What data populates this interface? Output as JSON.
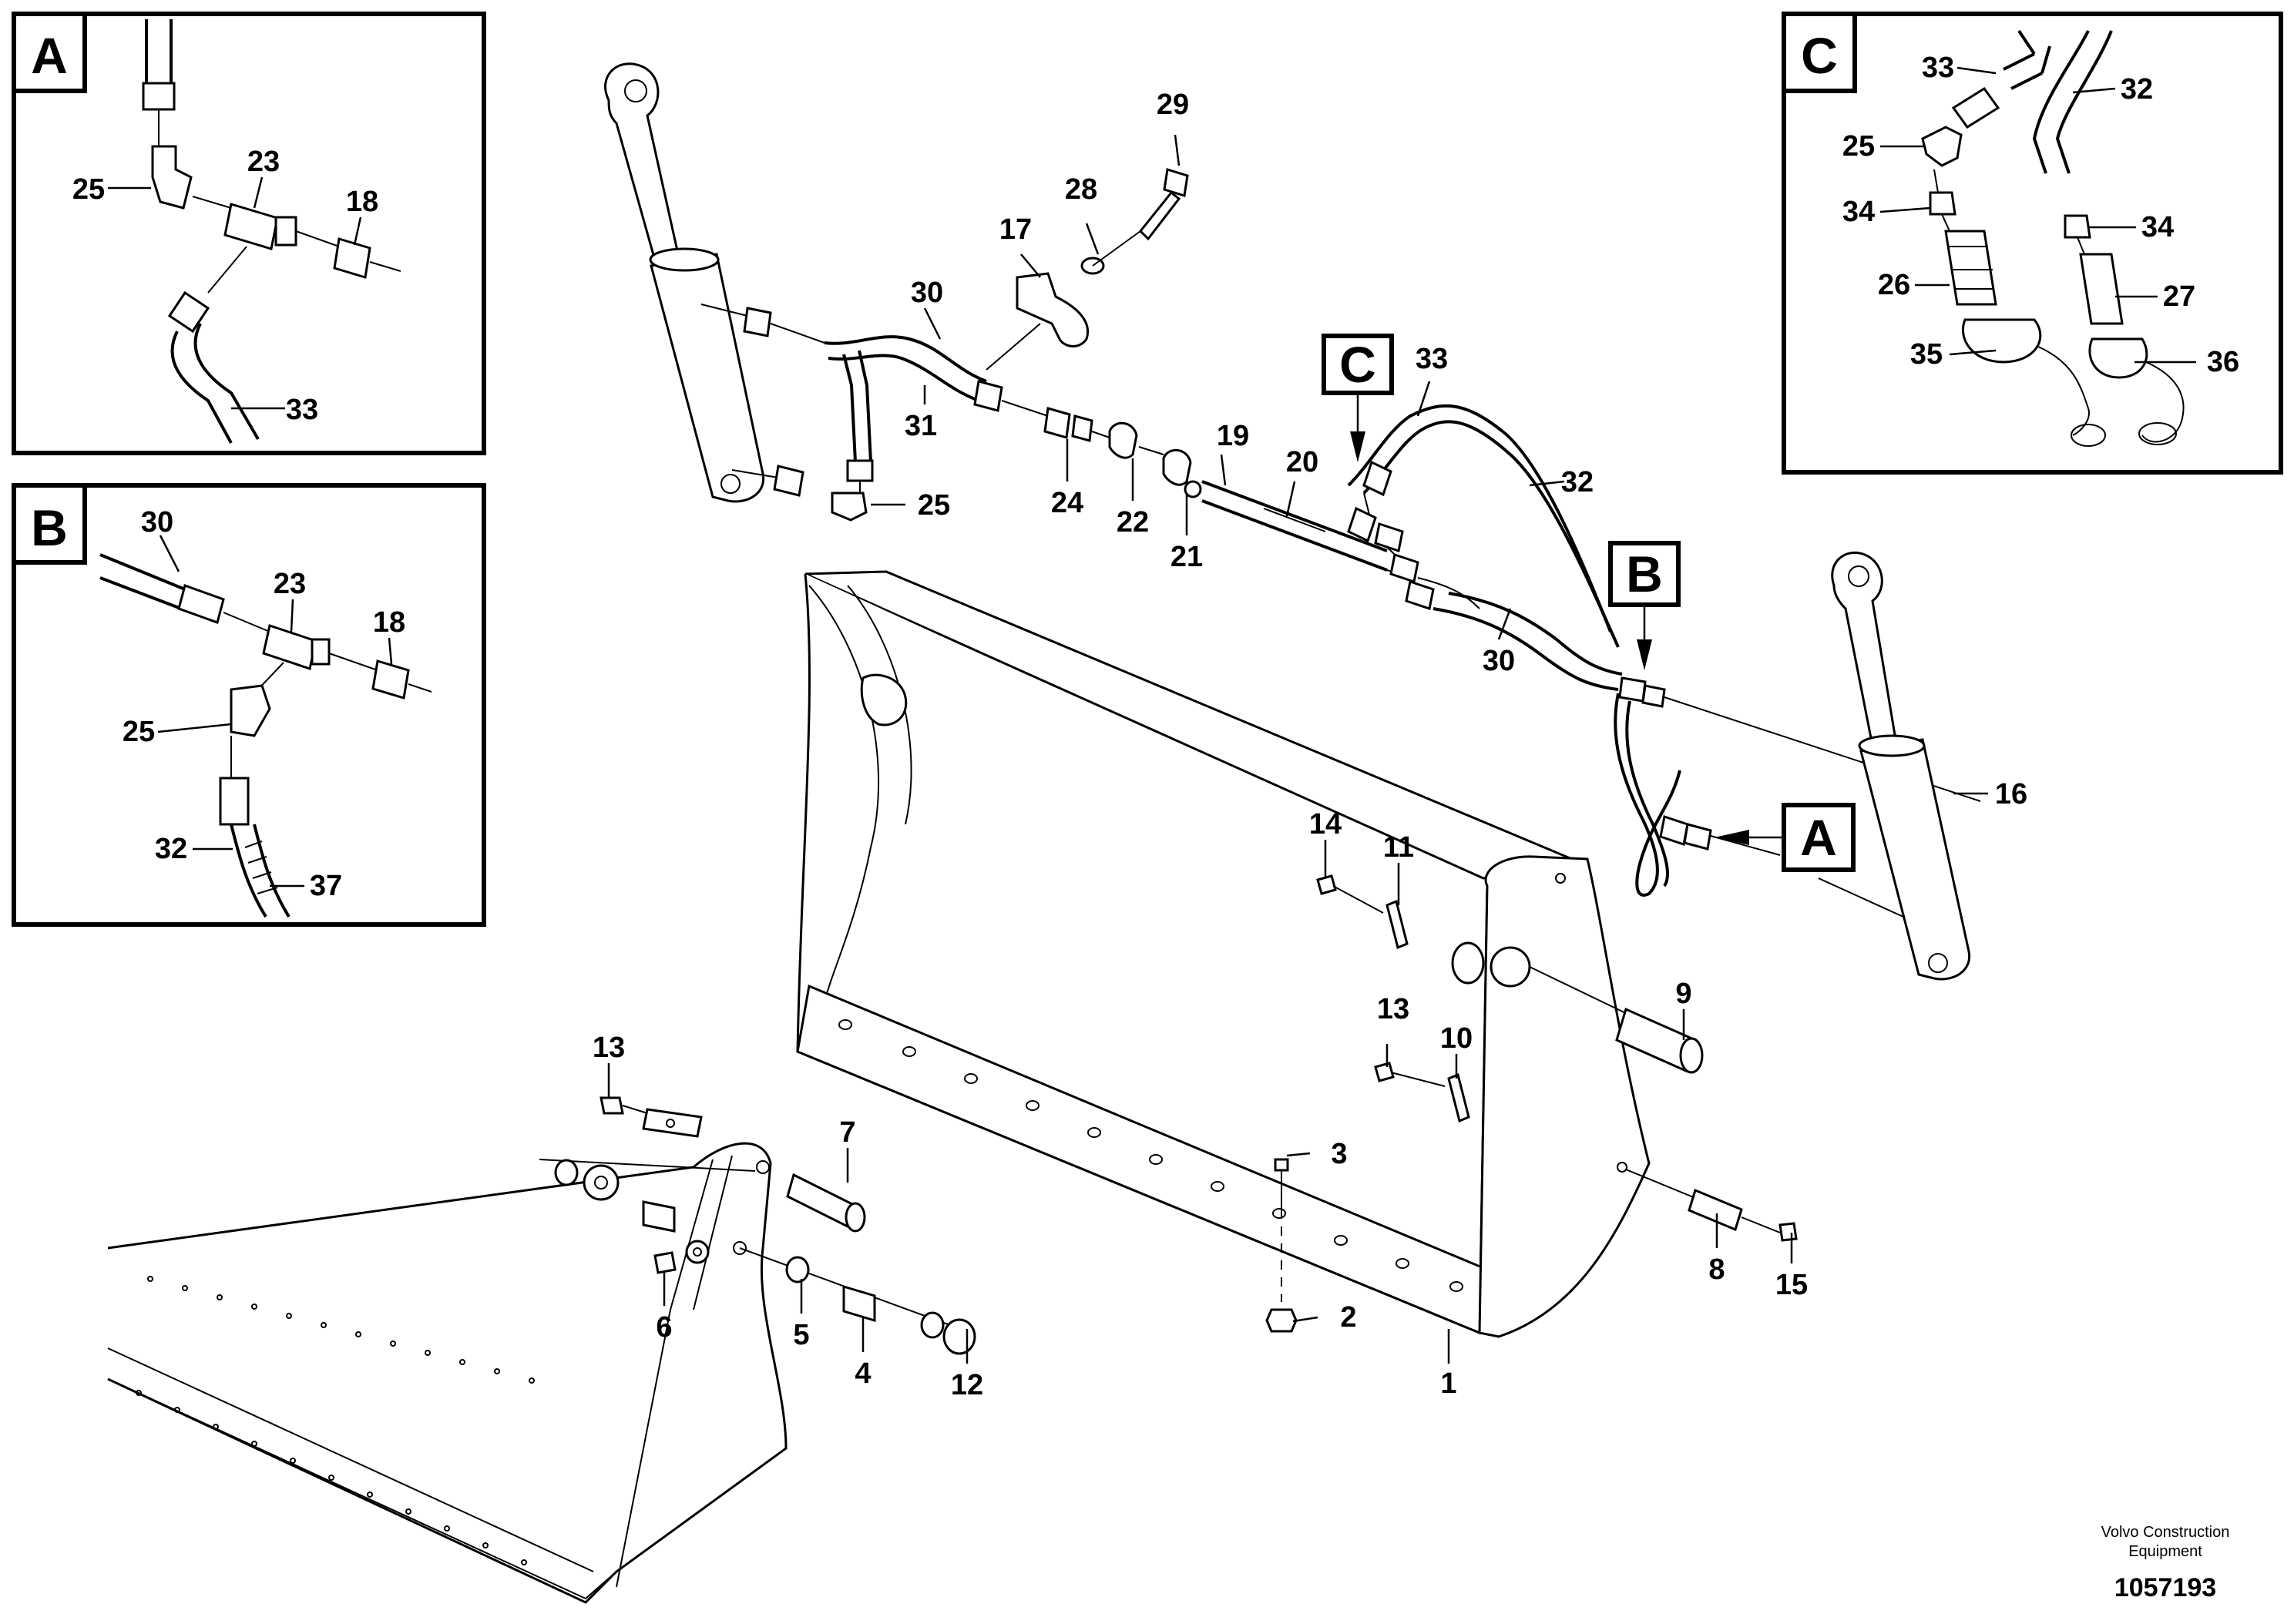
{
  "detail_panels": {
    "A": {
      "letter": "A",
      "labels": [
        "25",
        "23",
        "18",
        "33"
      ]
    },
    "B": {
      "letter": "B",
      "labels": [
        "30",
        "23",
        "18",
        "25",
        "32",
        "37"
      ]
    },
    "C": {
      "letter": "C",
      "labels": [
        "33",
        "32",
        "25",
        "34",
        "34",
        "26",
        "27",
        "35",
        "36"
      ]
    }
  },
  "view_markers": {
    "A": "A",
    "B": "B",
    "C": "C"
  },
  "callouts": {
    "c1": "1",
    "c2": "2",
    "c3": "3",
    "c4": "4",
    "c5": "5",
    "c6": "6",
    "c7": "7",
    "c8": "8",
    "c9": "9",
    "c10": "10",
    "c11": "11",
    "c12": "12",
    "c13a": "13",
    "c13b": "13",
    "c14": "14",
    "c15": "15",
    "c16": "16",
    "c17": "17",
    "c19": "19",
    "c20": "20",
    "c21": "21",
    "c22": "22",
    "c24": "24",
    "c25": "25",
    "c28": "28",
    "c29": "29",
    "c30a": "30",
    "c30b": "30",
    "c31": "31",
    "c32": "32",
    "c33": "33"
  },
  "footer": {
    "company_line1": "Volvo Construction",
    "company_line2": "Equipment",
    "doc_number": "1057193"
  }
}
